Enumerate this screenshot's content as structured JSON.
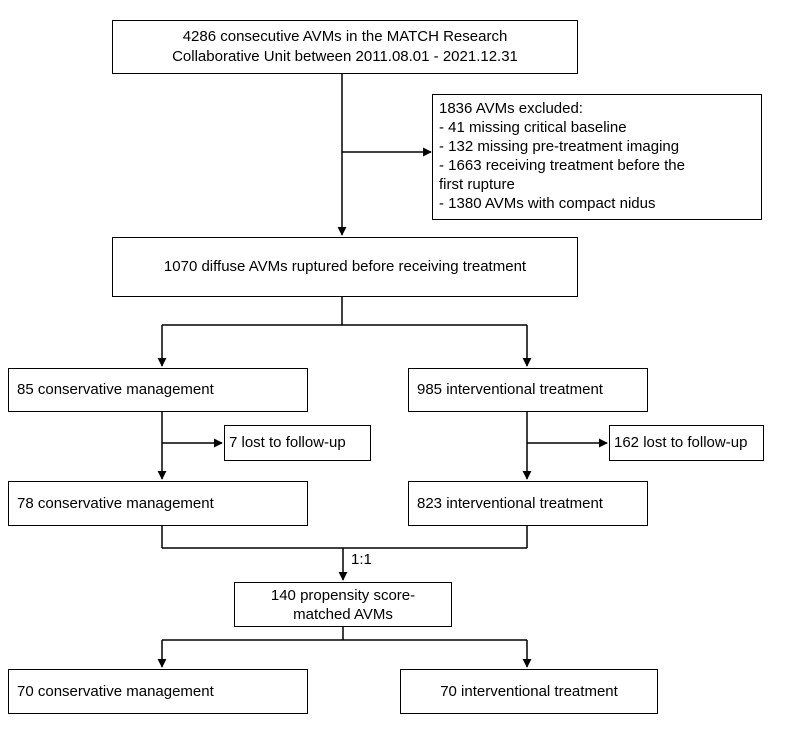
{
  "nodes": {
    "total": [
      "4286 consecutive AVMs in the MATCH Research",
      "Collaborative Unit between 2011.08.01 - 2021.12.31"
    ],
    "excluded": {
      "title": "1836 AVMs excluded:",
      "items": [
        "- 41 missing critical baseline",
        "- 132 missing pre-treatment imaging",
        "- 1663 receiving treatment before the",
        "first rupture",
        "- 1380 AVMs with compact nidus"
      ]
    },
    "diffuse": "1070 diffuse AVMs ruptured before receiving treatment",
    "cons_initial": "85 conservative management",
    "int_initial": "985 interventional treatment",
    "cons_lost": "7 lost to follow-up",
    "int_lost": "162 lost to follow-up",
    "cons_final": "78 conservative management",
    "int_final": "823 interventional treatment",
    "match_ratio": "1:1",
    "matched": [
      "140 propensity score-",
      "matched AVMs"
    ],
    "cons_matched": "70 conservative management",
    "int_matched": "70 interventional treatment"
  },
  "colors": {
    "line": "#000000",
    "box_border": "#000000",
    "background": "#ffffff"
  }
}
